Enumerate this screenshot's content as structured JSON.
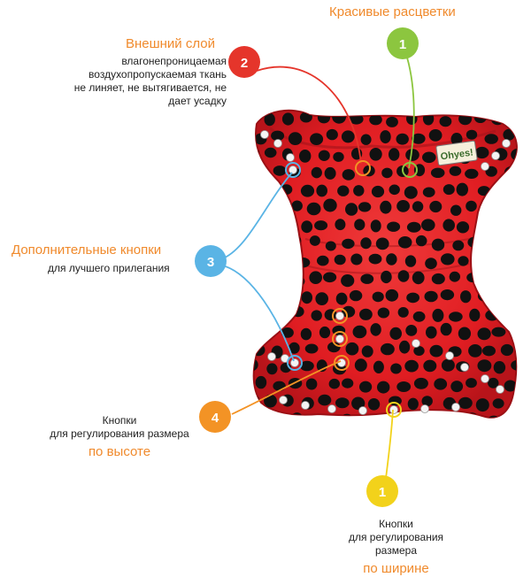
{
  "brand_text": "Ohyes!",
  "colors": {
    "fabric": "#e51f24",
    "fabric_dark": "#b4141a",
    "dots": "#111111",
    "snap": "#f4f4f4",
    "title_orange": "#f08a2c",
    "badge_red": "#e5352b",
    "badge_green": "#8cc63f",
    "badge_blue": "#5ab4e5",
    "badge_orange": "#f39325",
    "badge_yellow": "#f2d21b"
  },
  "callouts": [
    {
      "id": "colors",
      "number": "1",
      "title": "Красивые расцветки",
      "desc_lines": []
    },
    {
      "id": "outer",
      "number": "2",
      "title": "Внешний слой",
      "desc_lines": [
        "влагонепроницаемая",
        "воздухопропускаемая ткань",
        "не линяет, не вытягивается, не",
        "дает усадку"
      ]
    },
    {
      "id": "extra",
      "number": "3",
      "title": "Дополнительные кнопки",
      "desc_lines": [
        "для лучшего прилегания"
      ]
    },
    {
      "id": "height",
      "number": "4",
      "title": "по высоте",
      "desc_lines": [
        "Кнопки",
        "для регулирования размера"
      ]
    },
    {
      "id": "width",
      "number": "1",
      "title": "по ширине",
      "desc_lines": [
        "Кнопки",
        "для регулирования размера"
      ]
    }
  ]
}
